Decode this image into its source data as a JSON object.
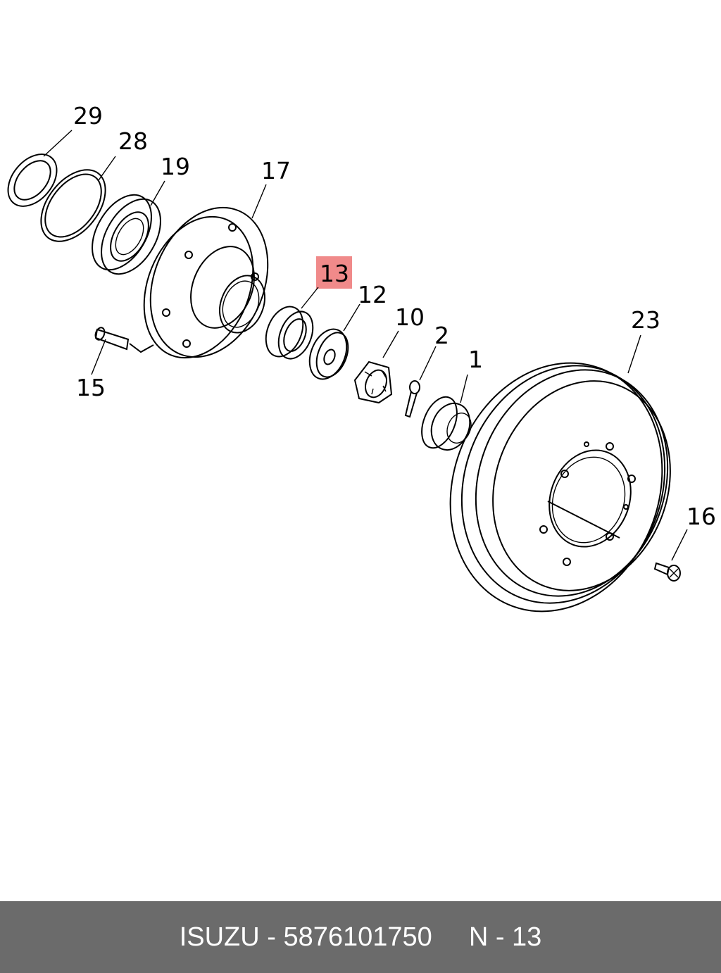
{
  "callouts": [
    {
      "id": "29",
      "label": "29"
    },
    {
      "id": "28",
      "label": "28"
    },
    {
      "id": "19",
      "label": "19"
    },
    {
      "id": "17",
      "label": "17"
    },
    {
      "id": "13",
      "label": "13"
    },
    {
      "id": "12",
      "label": "12"
    },
    {
      "id": "10",
      "label": "10"
    },
    {
      "id": "2",
      "label": "2"
    },
    {
      "id": "1",
      "label": "1"
    },
    {
      "id": "23",
      "label": "23"
    },
    {
      "id": "16",
      "label": "16"
    },
    {
      "id": "15",
      "label": "15"
    }
  ],
  "highlight": {
    "callout": "13",
    "color": "#f08a8a"
  },
  "footer": {
    "brand_part": "ISUZU - 5876101750",
    "ref": "N - 13"
  }
}
